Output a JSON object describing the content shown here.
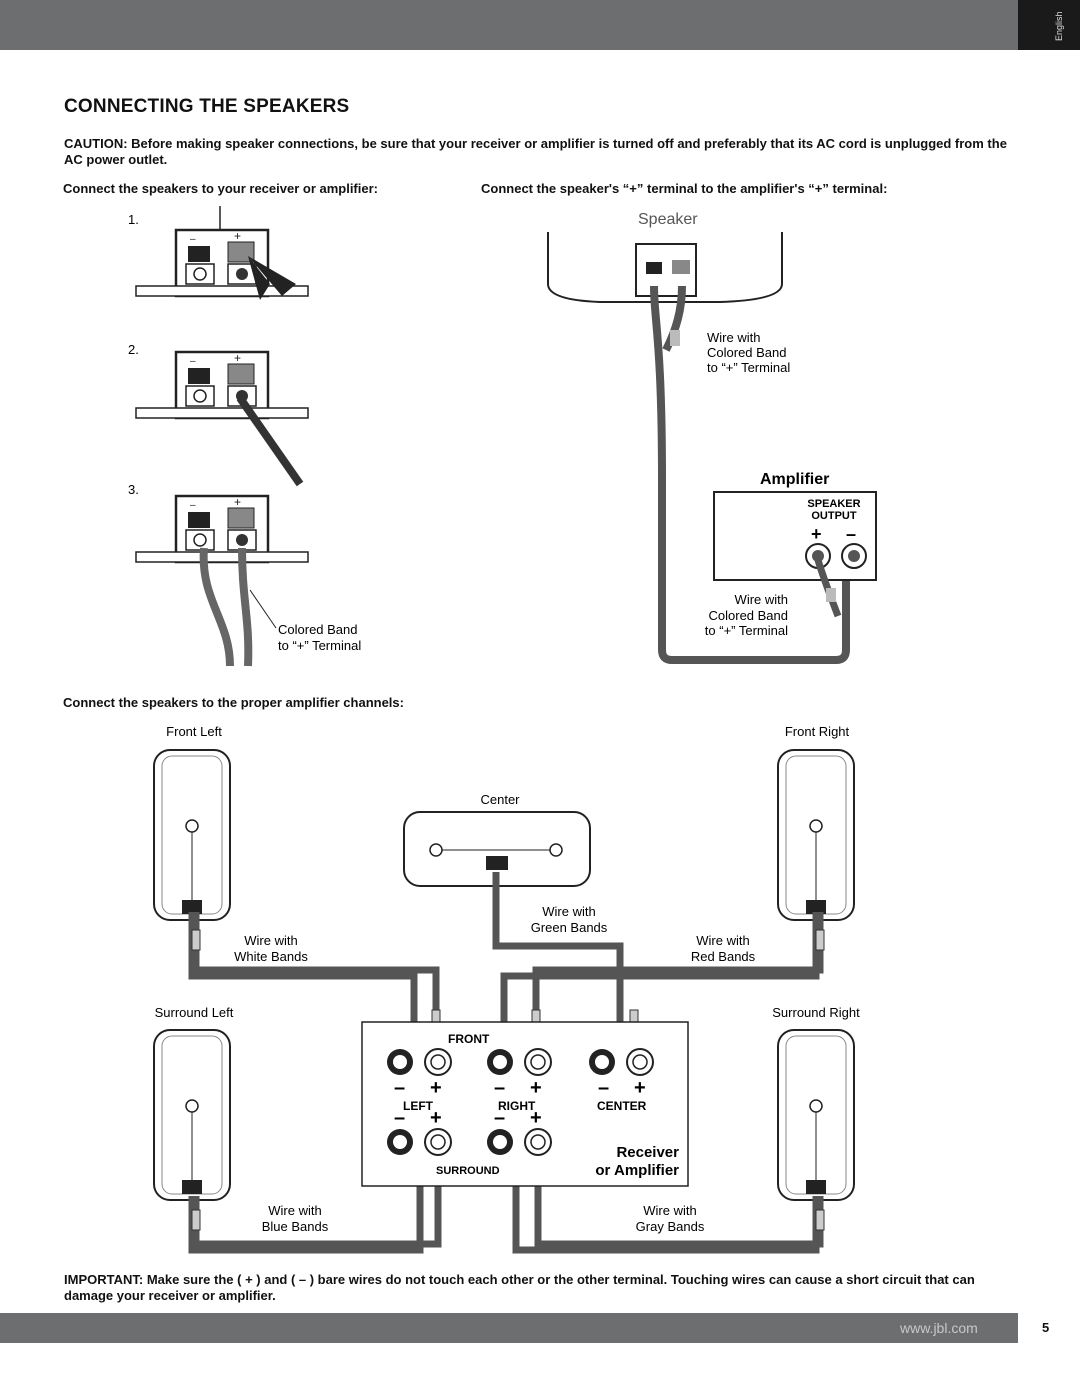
{
  "header": {
    "language_tab": "English"
  },
  "title": "CONNECTING THE SPEAKERS",
  "caution": {
    "lead": "CAUTION:",
    "text": " Before making speaker connections, be sure that your receiver or amplifier is turned off and preferably that its AC cord is unplugged from the AC power outlet."
  },
  "section1": {
    "left_heading": "Connect the speakers to your receiver or amplifier:",
    "right_heading": "Connect the speaker's “+” terminal to the amplifier's “+” terminal:"
  },
  "steps": [
    "1.",
    "2.",
    "3."
  ],
  "step3_label": [
    "Colored Band",
    "to “+” Terminal"
  ],
  "speaker_label": "Speaker",
  "wire_label_speaker": [
    "Wire with",
    "Colored Band",
    "to “+” Terminal"
  ],
  "amplifier": {
    "title": "Amplifier",
    "output": [
      "SPEAKER",
      "OUTPUT"
    ],
    "plus": "+",
    "minus": "–"
  },
  "wire_label_amp": [
    "Wire with",
    "Colored Band",
    "to “+” Terminal"
  ],
  "section2_heading": "Connect the speakers to the proper amplifier channels:",
  "speakers": {
    "front_left": "Front Left",
    "front_right": "Front Right",
    "center": "Center",
    "surround_left": "Surround Left",
    "surround_right": "Surround Right"
  },
  "wires": {
    "white": [
      "Wire with",
      "White Bands"
    ],
    "green": [
      "Wire with",
      "Green Bands"
    ],
    "red": [
      "Wire with",
      "Red Bands"
    ],
    "blue": [
      "Wire with",
      "Blue Bands"
    ],
    "gray": [
      "Wire with",
      "Gray Bands"
    ]
  },
  "receiver": {
    "front": "FRONT",
    "left": "LEFT",
    "right": "RIGHT",
    "center": "CENTER",
    "surround": "SURROUND",
    "title": [
      "Receiver",
      "or Amplifier"
    ],
    "minus": "–",
    "plus": "+"
  },
  "important": {
    "lead": "IMPORTANT:",
    "text": " Make sure the ( + ) and ( – ) bare wires do not touch each other or the other terminal. Touching wires can cause a short circuit that can damage your receiver or amplifier."
  },
  "footer": {
    "url": "www.jbl.com",
    "page": "5"
  }
}
